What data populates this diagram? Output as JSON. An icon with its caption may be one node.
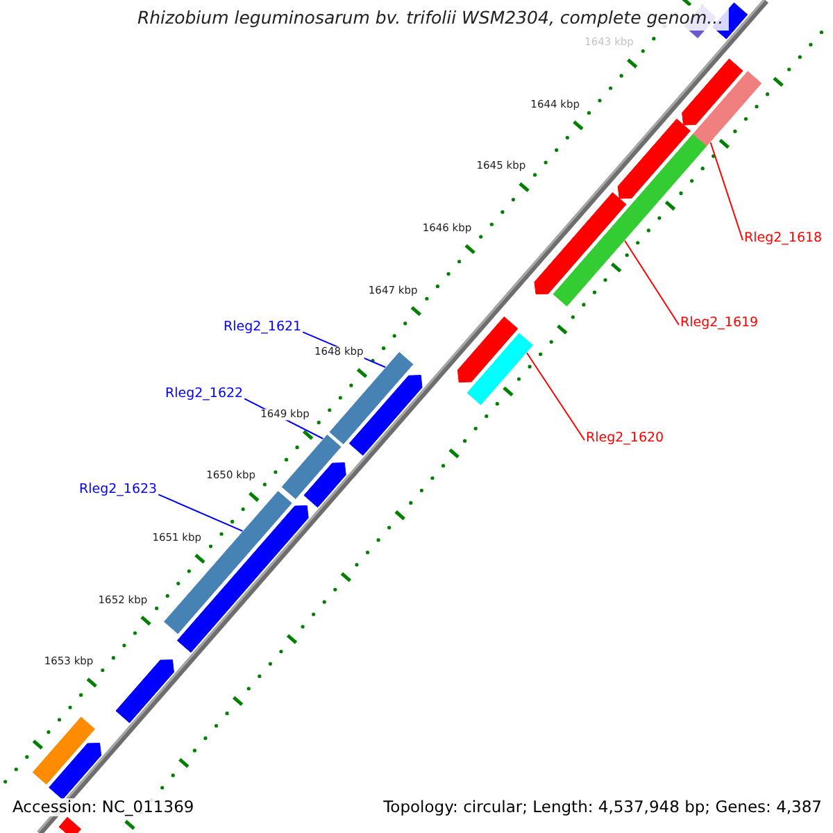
{
  "diagram": {
    "title": "Rhizobium leguminosarum bv. trifolii WSM2304, complete genom...",
    "nodes": [
      {
        "text": [
          "Rleg2_1618"
        ]
      },
      {
        "text": [
          "Rleg2_1619"
        ]
      },
      {
        "text": [
          "Rleg2_1620"
        ]
      },
      {
        "text": [
          "Rleg2_1621"
        ]
      },
      {
        "text": [
          "Rleg2_1622"
        ]
      },
      {
        "text": [
          "Rleg2_1623"
        ]
      },
      {
        "text": [],
        "shape": "bar"
      },
      {
        "text": [],
        "shape": "bar"
      },
      {
        "text": [],
        "shape": "pentagon"
      },
      {
        "text": [],
        "shape": "bar"
      },
      {
        "text": [],
        "shape": "pentagon"
      },
      {
        "text": [],
        "shape": "bar"
      },
      {
        "text": [],
        "shape": "pentagon"
      },
      {
        "text": [],
        "shape": "pentagon"
      },
      {
        "text": [],
        "shape": "bar"
      },
      {
        "text": [],
        "shape": "bar"
      },
      {
        "text": [],
        "shape": "pentagon"
      },
      {
        "text": [],
        "shape": "pentagon"
      },
      {
        "text": [],
        "shape": "bar"
      },
      {
        "text": [],
        "shape": "bar"
      },
      {
        "text": [],
        "shape": "pentagon"
      },
      {
        "text": [],
        "shape": "pentagon"
      },
      {
        "text": [],
        "shape": "bar"
      },
      {
        "text": [],
        "shape": "pentagon"
      },
      {
        "text": [],
        "shape": "bar"
      }
    ],
    "edges": [
      {
        "from": 0,
        "to": 9,
        "arrow": "none",
        "color": "#ff0000"
      },
      {
        "from": 1,
        "to": 11,
        "arrow": "none",
        "color": "#ff0000"
      },
      {
        "from": 2,
        "to": 14,
        "arrow": "none",
        "color": "#ff0000"
      },
      {
        "from": 3,
        "to": 15,
        "arrow": "none",
        "color": "#0000ff"
      },
      {
        "from": 4,
        "to": 18,
        "arrow": "none",
        "color": "#0000ff"
      },
      {
        "from": 5,
        "to": 19,
        "arrow": "none",
        "color": "#0000ff"
      }
    ],
    "labels": [
      "1643 kbp",
      "1644 kbp",
      "1645 kbp",
      "1646 kbp",
      "1647 kbp",
      "1648 kbp",
      "1649 kbp",
      "1650 kbp",
      "1651 kbp",
      "1652 kbp",
      "1653 kbp",
      "Accession: NC_011369",
      "Topology: circular; Length: 4,537,948 bp; Genes: 4,387"
    ]
  }
}
